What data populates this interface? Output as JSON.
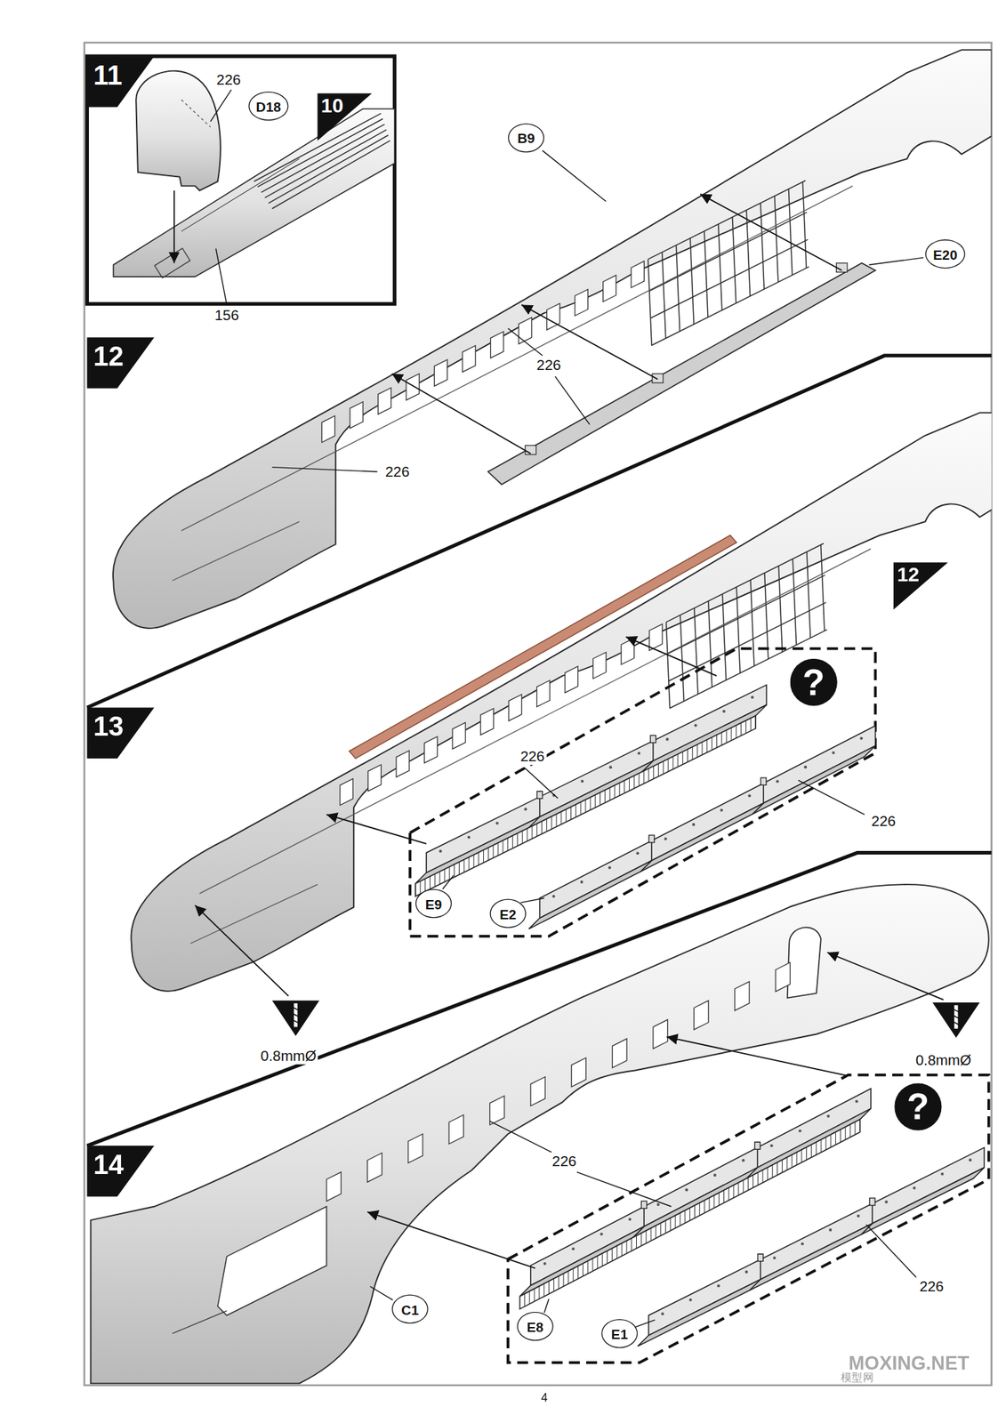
{
  "diagram": {
    "nodes": [
      {
        "text": [
          "11"
        ]
      },
      {
        "text": [
          "D18"
        ]
      },
      {
        "text": [
          "10"
        ]
      },
      {
        "text": [
          "B9"
        ]
      },
      {
        "text": [
          "E20"
        ]
      },
      {
        "text": [
          "12"
        ]
      },
      {
        "text": [
          "12"
        ]
      },
      {
        "text": [
          "?"
        ]
      },
      {
        "text": [
          "13"
        ]
      },
      {
        "text": [
          "E9"
        ]
      },
      {
        "text": [
          "E2"
        ]
      },
      {
        "text": [
          "?"
        ]
      },
      {
        "text": [
          "14"
        ]
      },
      {
        "text": [
          "C1"
        ]
      },
      {
        "text": [
          "E8"
        ]
      },
      {
        "text": [
          "E1"
        ]
      }
    ],
    "labels": [
      "226",
      "156",
      "226",
      "226",
      "226",
      "226",
      "0.8mmØ",
      "0.8mmØ",
      "226",
      "226",
      "4",
      "MOXING.NET",
      "模型网"
    ]
  }
}
